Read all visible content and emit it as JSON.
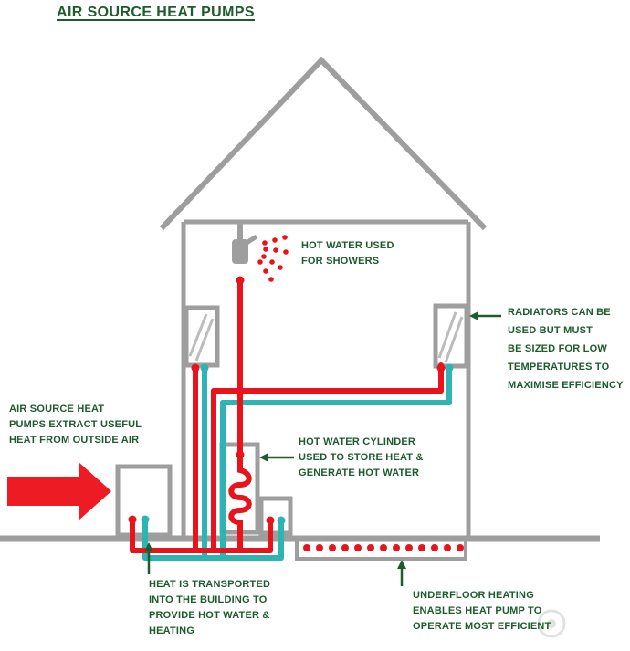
{
  "title": "AIR SOURCE HEAT PUMPS",
  "colors": {
    "label_green": "#1e5b2d",
    "pipe_red": "#e8131b",
    "pipe_teal": "#2fb4b4",
    "structure_gray": "#9e9e9e",
    "hatch_gray": "#bcbcbc",
    "arrow_red": "#ed1c24",
    "background": "#ffffff"
  },
  "labels": {
    "shower": "HOT WATER USED\nFOR SHOWERS",
    "radiators": "RADIATORS CAN BE\nUSED BUT MUST\nBE SIZED FOR LOW\nTEMPERATURES TO\nMAXIMISE EFFICIENCY",
    "outside_air": "AIR SOURCE HEAT\nPUMPS EXTRACT USEFUL\nHEAT FROM OUTSIDE AIR",
    "cylinder": "HOT WATER CYLINDER\nUSED TO STORE HEAT &\nGENERATE HOT WATER",
    "heat_transported": "HEAT IS TRANSPORTED\nINTO THE BUILDING TO\nPROVIDE HOT WATER &\nHEATING",
    "underfloor": "UNDERFLOOR HEATING\nENABLES HEAT PUMP TO\nOPERATE MOST EFFICIENT"
  }
}
